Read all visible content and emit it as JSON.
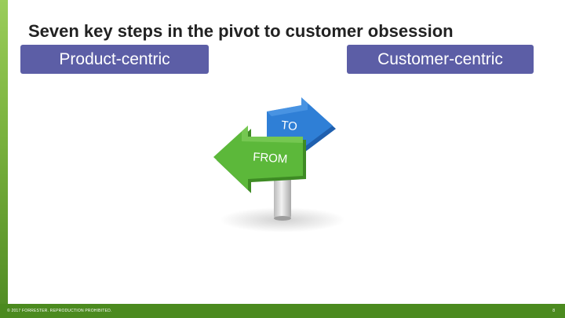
{
  "slide": {
    "title": "Seven key steps in the pivot to customer obsession",
    "left_label": "Product-centric",
    "right_label": "Customer-centric"
  },
  "signpost": {
    "to_text": "TO",
    "from_text": "FROM",
    "to_color": "#2f7fd6",
    "from_color": "#5cb83a"
  },
  "footer": {
    "copyright": "© 2017 FORRESTER. REPRODUCTION PROHIBITED.",
    "page_number": "8"
  },
  "colors": {
    "accent_bar": "#5c5ea6",
    "footer_green": "#4b8a1f",
    "side_bar_green": "#78b03c"
  }
}
